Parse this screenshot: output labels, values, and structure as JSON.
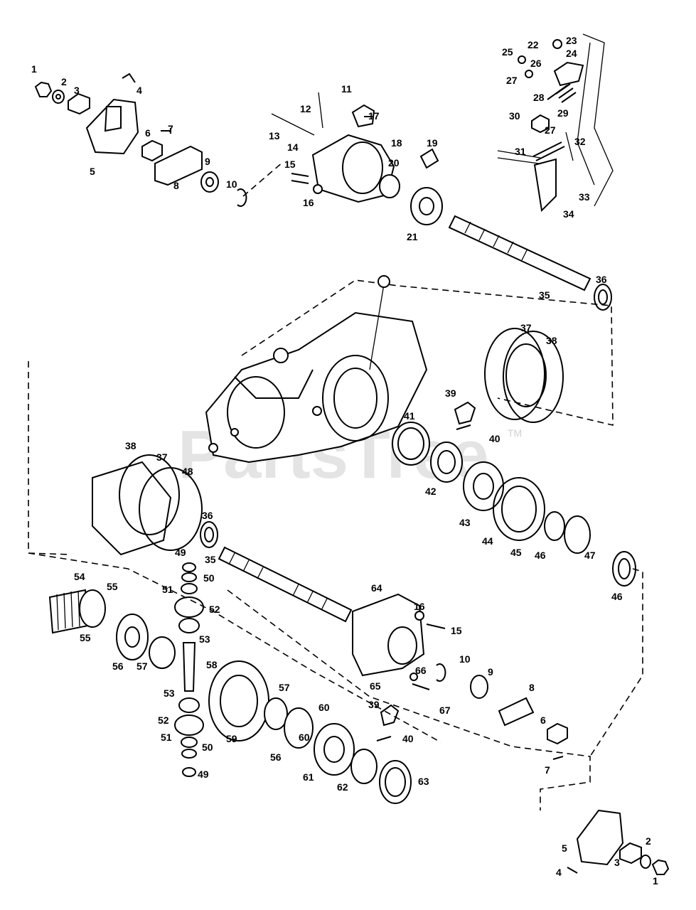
{
  "watermark": {
    "text": "PartsTree",
    "trademark": "TM"
  },
  "callouts": {
    "top_left": [
      "1",
      "2",
      "3",
      "4",
      "5",
      "6",
      "7",
      "8",
      "9",
      "10"
    ],
    "top_center": [
      "11",
      "12",
      "13",
      "14",
      "15",
      "16",
      "17",
      "18",
      "19",
      "20",
      "21"
    ],
    "top_right": [
      "22",
      "23",
      "24",
      "25",
      "26",
      "27",
      "27",
      "28",
      "29",
      "30",
      "31",
      "32",
      "33",
      "34"
    ],
    "shaft_upper": [
      "35",
      "36"
    ],
    "gasket_upper": [
      "37",
      "38"
    ],
    "bearing_right": [
      "39",
      "40",
      "41",
      "42",
      "43",
      "44",
      "45",
      "46",
      "47",
      "46"
    ],
    "gasket_left": [
      "38",
      "37",
      "48",
      "36",
      "35"
    ],
    "diff_left": [
      "49",
      "50",
      "51",
      "52",
      "53",
      "54",
      "55",
      "55",
      "56",
      "57",
      "58",
      "53",
      "52",
      "51",
      "50",
      "49"
    ],
    "diff_center": [
      "57",
      "59",
      "60",
      "60",
      "56",
      "61",
      "62",
      "63",
      "39",
      "40"
    ],
    "cover": [
      "64",
      "16",
      "15",
      "10",
      "9",
      "66",
      "65",
      "67",
      "8",
      "6",
      "7"
    ],
    "bottom_right": [
      "5",
      "4",
      "3",
      "2",
      "1"
    ]
  }
}
